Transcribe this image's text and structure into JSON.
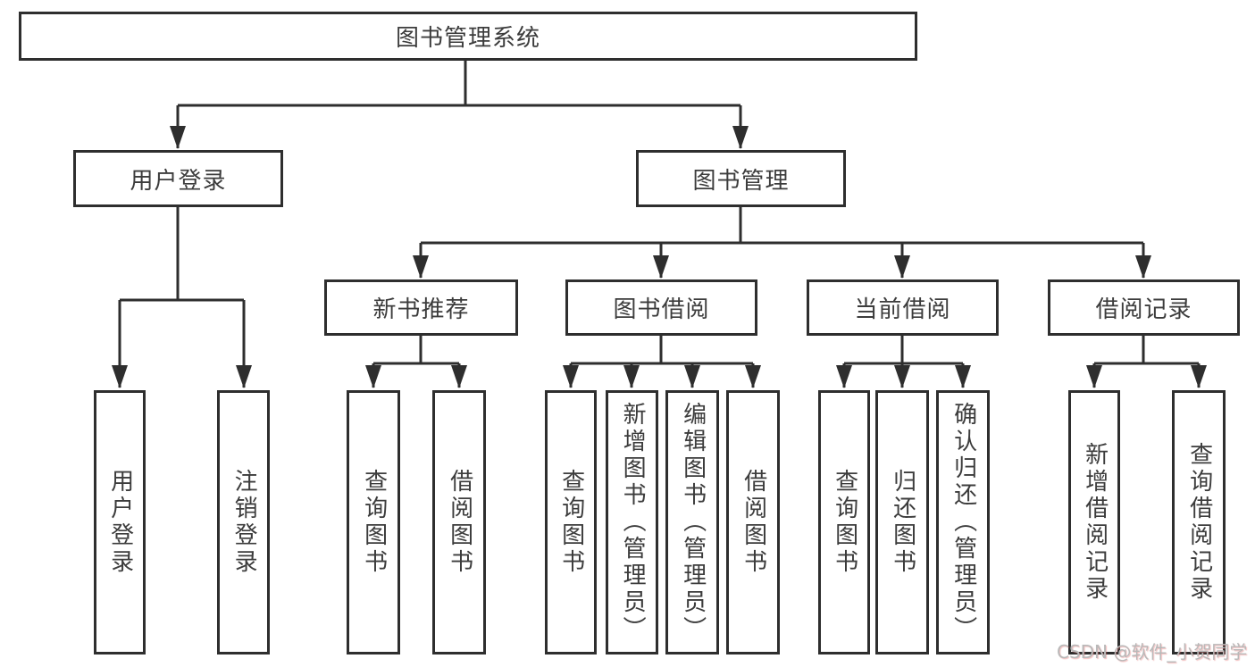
{
  "diagram_title": "图书管理系统",
  "tree": {
    "root": {
      "label": "图书管理系统",
      "children": [
        {
          "label": "用户登录",
          "children": [
            {
              "label": "用户登录"
            },
            {
              "label": "注销登录"
            }
          ]
        },
        {
          "label": "图书管理",
          "children": [
            {
              "label": "新书推荐",
              "children": [
                {
                  "label": "查询图书"
                },
                {
                  "label": "借阅图书"
                }
              ]
            },
            {
              "label": "图书借阅",
              "children": [
                {
                  "label": "查询图书"
                },
                {
                  "label": "新增图书（管理员）"
                },
                {
                  "label": "编辑图书（管理员）"
                },
                {
                  "label": "借阅图书"
                }
              ]
            },
            {
              "label": "当前借阅",
              "children": [
                {
                  "label": "查询图书"
                },
                {
                  "label": "归还图书"
                },
                {
                  "label": "确认归还（管理员）"
                }
              ]
            },
            {
              "label": "借阅记录",
              "children": [
                {
                  "label": "新增借阅记录"
                },
                {
                  "label": "查询借阅记录"
                }
              ]
            }
          ]
        }
      ]
    }
  },
  "watermark": {
    "text": "CSDN @软件_小贺同学"
  },
  "colors": {
    "line": "#2e2e2e",
    "box_border": "#2e2e2e",
    "text": "#3c3c3c",
    "background": "#ffffff",
    "watermark": "#b9b9b9"
  }
}
